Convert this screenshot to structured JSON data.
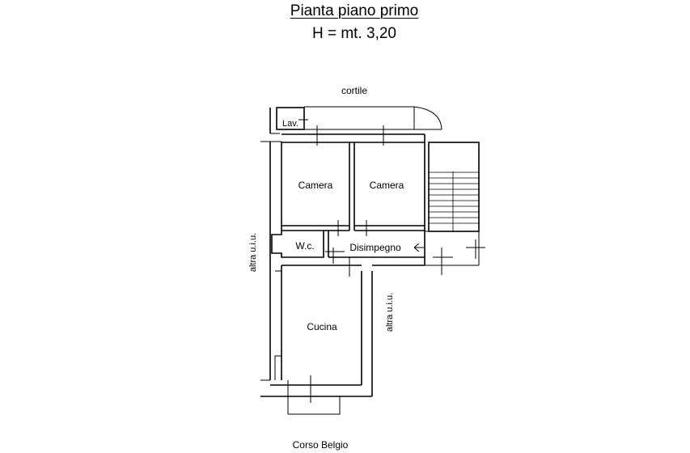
{
  "title": "Pianta piano primo",
  "subtitle": "H = mt. 3,20",
  "labels": {
    "cortile": "cortile",
    "lav": "Lav.",
    "camera_left": "Camera",
    "camera_right": "Camera",
    "wc": "W.c.",
    "disimpegno": "Disimpegno",
    "cucina": "Cucina",
    "altra_left": "altra u.i.u.",
    "altra_right": "altra u.i.u.",
    "corso_belgio": "Corso Belgio"
  },
  "colors": {
    "line": "#000000",
    "background": "#ffffff"
  }
}
